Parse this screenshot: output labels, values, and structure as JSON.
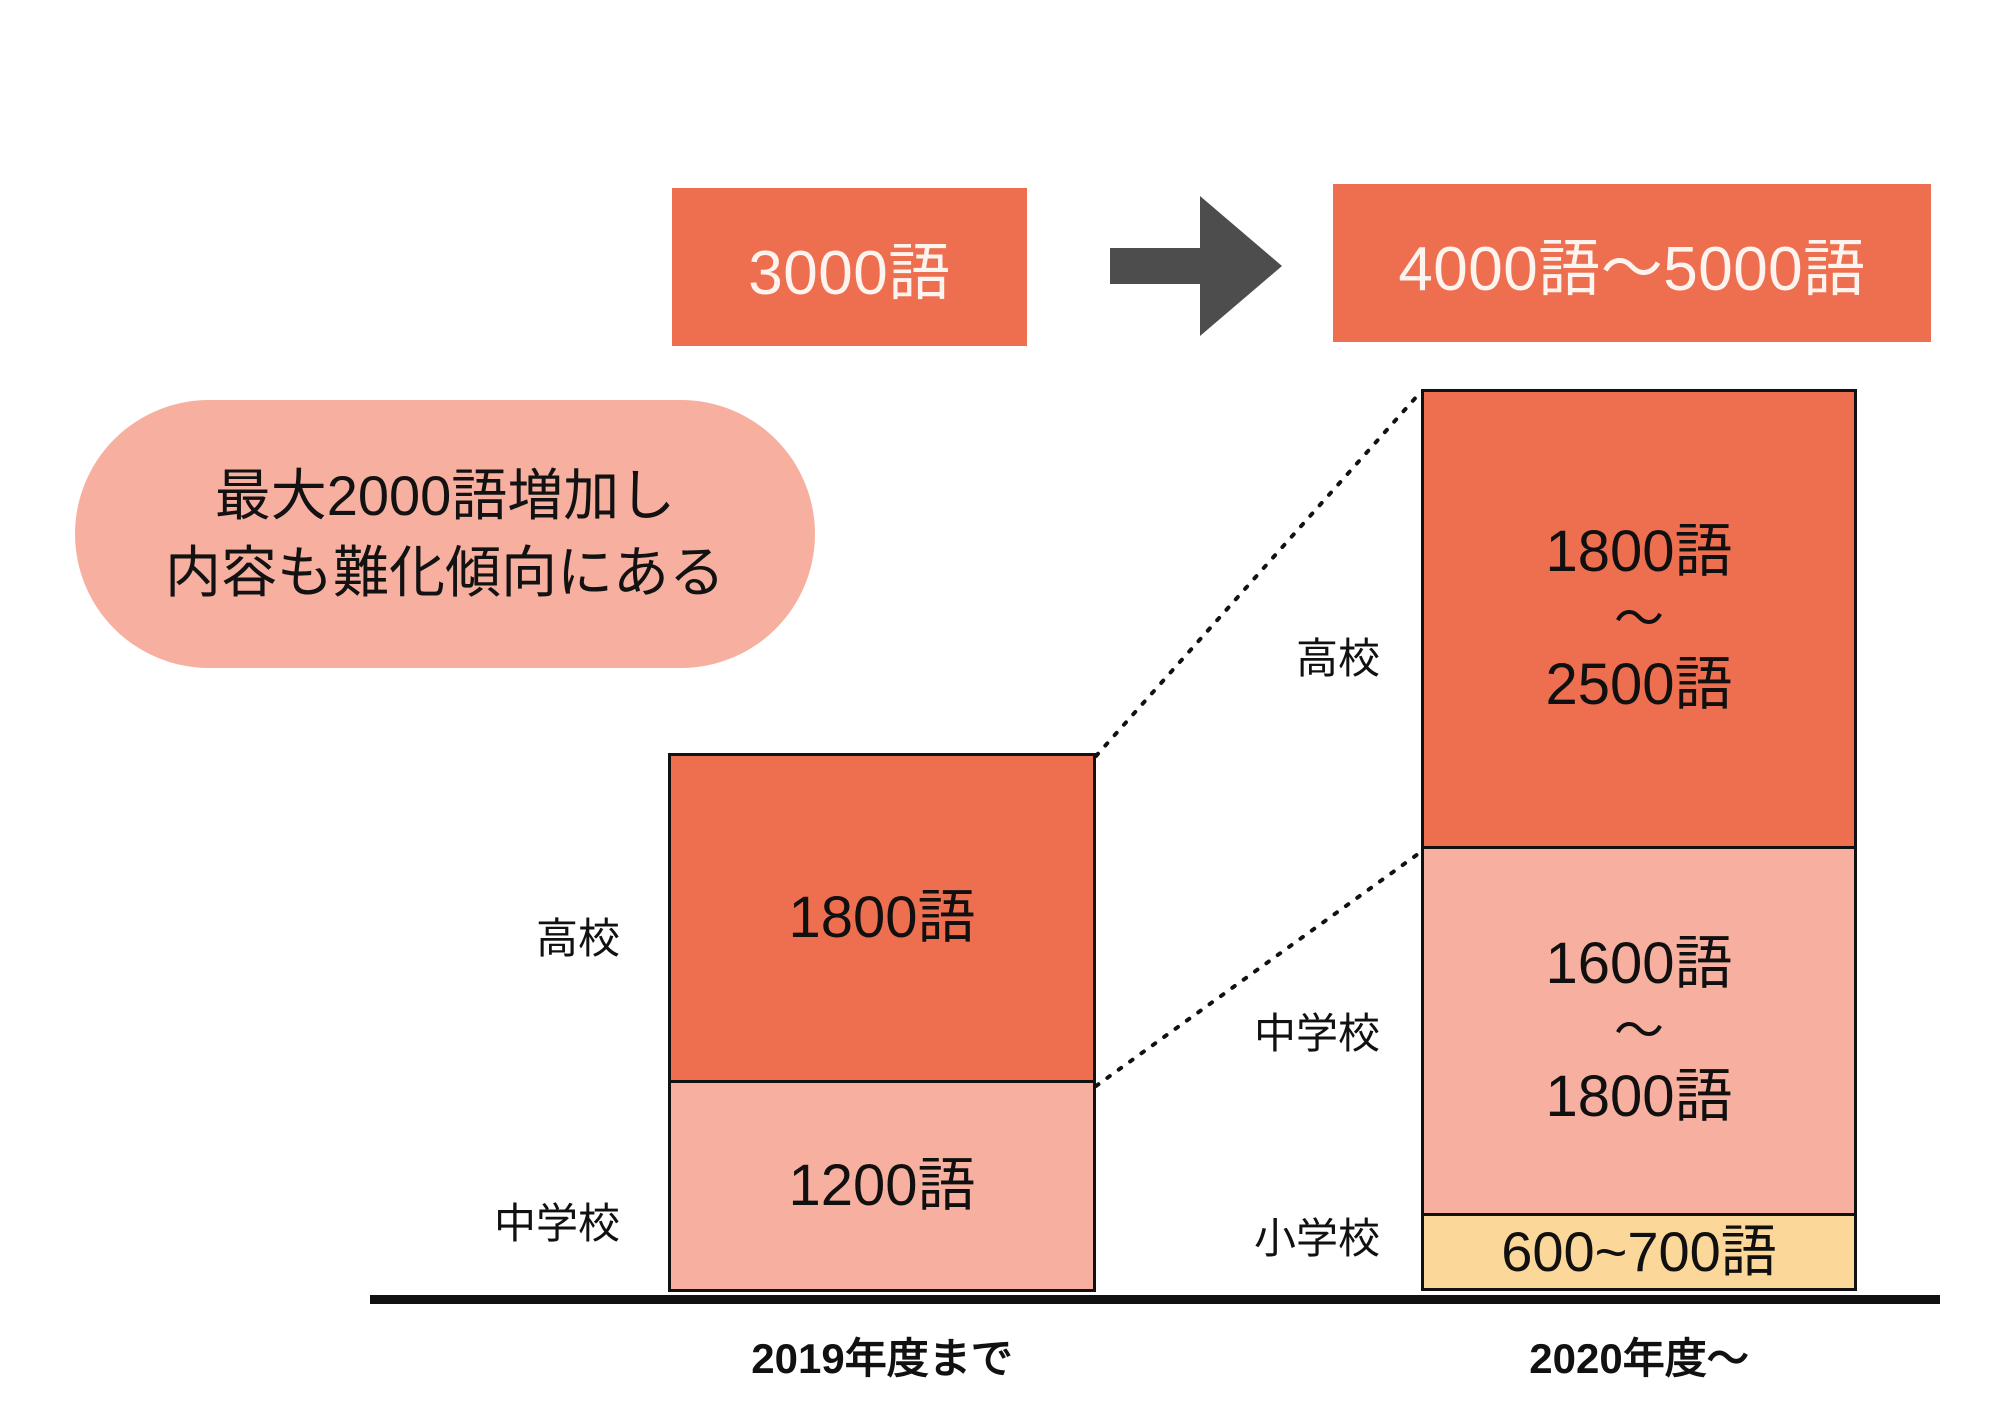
{
  "colors": {
    "high_school": "#ee6f4f",
    "junior_high": "#f7b0a0",
    "elementary": "#fbd79a",
    "callout_bg": "#f7b0a0",
    "arrow": "#4d4d4d",
    "banner_text": "#fdf4ef"
  },
  "banner": {
    "before_label": "3000語",
    "after_label": "4000語〜5000語",
    "arrow_icon": "right-arrow-icon"
  },
  "callout": {
    "line1": "最大2000語増加し",
    "line2": "内容も難化傾向にある"
  },
  "axis": {
    "left_caption": "2019年度まで",
    "right_caption": "2020年度〜"
  },
  "labels": {
    "high_school": "高校",
    "junior_high": "中学校",
    "elementary": "小学校"
  },
  "segments": {
    "left_high_value": "1800語",
    "left_mid_value": "1200語",
    "right_high_value_top": "1800語",
    "right_high_tilde": "〜",
    "right_high_value_bottom": "2500語",
    "right_mid_value_top": "1600語",
    "right_mid_tilde": "〜",
    "right_mid_value_bottom": "1800語",
    "right_elem_value": "600~700語"
  },
  "chart_data": {
    "type": "bar",
    "title": "",
    "subtitle": "",
    "xlabel": "",
    "ylabel": "",
    "stacked": true,
    "orientation": "vertical",
    "grid": false,
    "legend_position": "left-of-bars",
    "categories": [
      "2019年度まで",
      "2020年度〜"
    ],
    "series": [
      {
        "name": "高校",
        "color": "#ee6f4f",
        "values": [
          1800,
          2150
        ],
        "value_labels": [
          "1800語",
          "1800語〜2500語"
        ],
        "ranges": [
          [
            1800,
            1800
          ],
          [
            1800,
            2500
          ]
        ]
      },
      {
        "name": "中学校",
        "color": "#f7b0a0",
        "values": [
          1200,
          1700
        ],
        "value_labels": [
          "1200語",
          "1600語〜1800語"
        ],
        "ranges": [
          [
            1200,
            1200
          ],
          [
            1600,
            1800
          ]
        ]
      },
      {
        "name": "小学校",
        "color": "#fbd79a",
        "values": [
          0,
          650
        ],
        "value_labels": [
          "",
          "600~700語"
        ],
        "ranges": [
          [
            0,
            0
          ],
          [
            600,
            700
          ]
        ]
      }
    ],
    "totals": {
      "2019年度まで": "3000語",
      "2020年度〜": "4000語〜5000語"
    },
    "annotations": [
      "最大2000語増加し",
      "内容も難化傾向にある"
    ]
  }
}
